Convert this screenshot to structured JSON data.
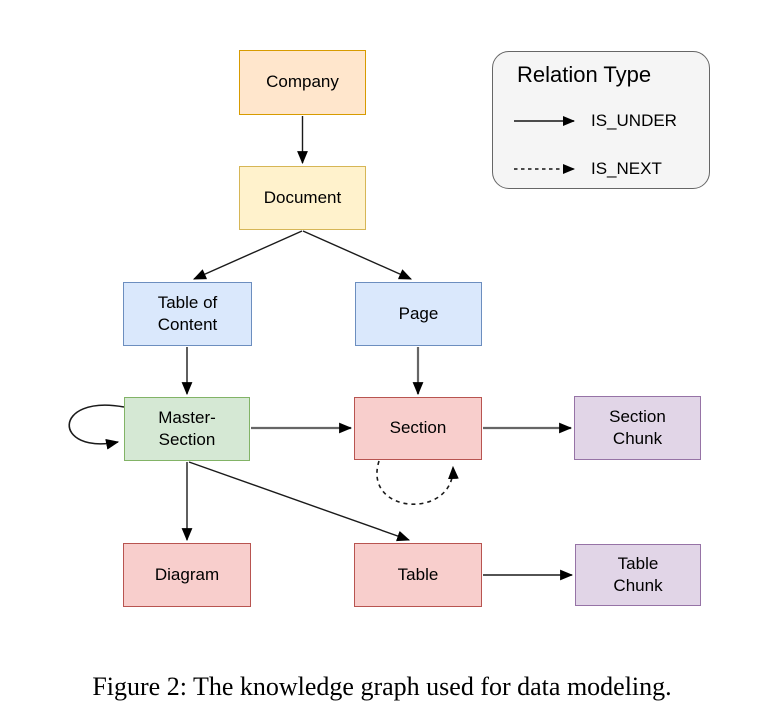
{
  "figure": {
    "caption": "Figure 2: The knowledge graph used for data modeling."
  },
  "legend": {
    "title": "Relation Type",
    "items": [
      {
        "label": "IS_UNDER",
        "line_style": "solid"
      },
      {
        "label": "IS_NEXT",
        "line_style": "dashed"
      }
    ]
  },
  "diagram": {
    "nodes": {
      "company": {
        "label": "Company",
        "fill": "#ffe6cc",
        "stroke": "#d79b00"
      },
      "document": {
        "label": "Document",
        "fill": "#fff2cc",
        "stroke": "#d6b656"
      },
      "toc": {
        "label": "Table of\nContent",
        "fill": "#dae8fc",
        "stroke": "#6c8ebf"
      },
      "page": {
        "label": "Page",
        "fill": "#dae8fc",
        "stroke": "#6c8ebf"
      },
      "master_section": {
        "label": "Master-\nSection",
        "fill": "#d5e8d4",
        "stroke": "#82b366"
      },
      "section": {
        "label": "Section",
        "fill": "#f8cecc",
        "stroke": "#b85450"
      },
      "section_chunk": {
        "label": "Section\nChunk",
        "fill": "#e1d5e7",
        "stroke": "#9673a6"
      },
      "diagram_node": {
        "label": "Diagram",
        "fill": "#f8cecc",
        "stroke": "#b85450"
      },
      "table": {
        "label": "Table",
        "fill": "#f8cecc",
        "stroke": "#b85450"
      },
      "table_chunk": {
        "label": "Table\nChunk",
        "fill": "#e1d5e7",
        "stroke": "#9673a6"
      }
    },
    "edges": [
      {
        "from": "company",
        "to": "document",
        "type": "IS_UNDER"
      },
      {
        "from": "document",
        "to": "toc",
        "type": "IS_UNDER"
      },
      {
        "from": "document",
        "to": "page",
        "type": "IS_UNDER"
      },
      {
        "from": "toc",
        "to": "master_section",
        "type": "IS_UNDER"
      },
      {
        "from": "page",
        "to": "section",
        "type": "IS_UNDER"
      },
      {
        "from": "master_section",
        "to": "master_section",
        "type": "IS_UNDER"
      },
      {
        "from": "master_section",
        "to": "section",
        "type": "IS_UNDER"
      },
      {
        "from": "master_section",
        "to": "diagram_node",
        "type": "IS_UNDER"
      },
      {
        "from": "master_section",
        "to": "table",
        "type": "IS_UNDER"
      },
      {
        "from": "section",
        "to": "section_chunk",
        "type": "IS_UNDER"
      },
      {
        "from": "section",
        "to": "section",
        "type": "IS_NEXT"
      },
      {
        "from": "table",
        "to": "table_chunk",
        "type": "IS_UNDER"
      }
    ],
    "edge_colors": {
      "thin_black": "#1a1a1a",
      "thick_gray": "#666666",
      "arrowhead": "#000000"
    }
  }
}
